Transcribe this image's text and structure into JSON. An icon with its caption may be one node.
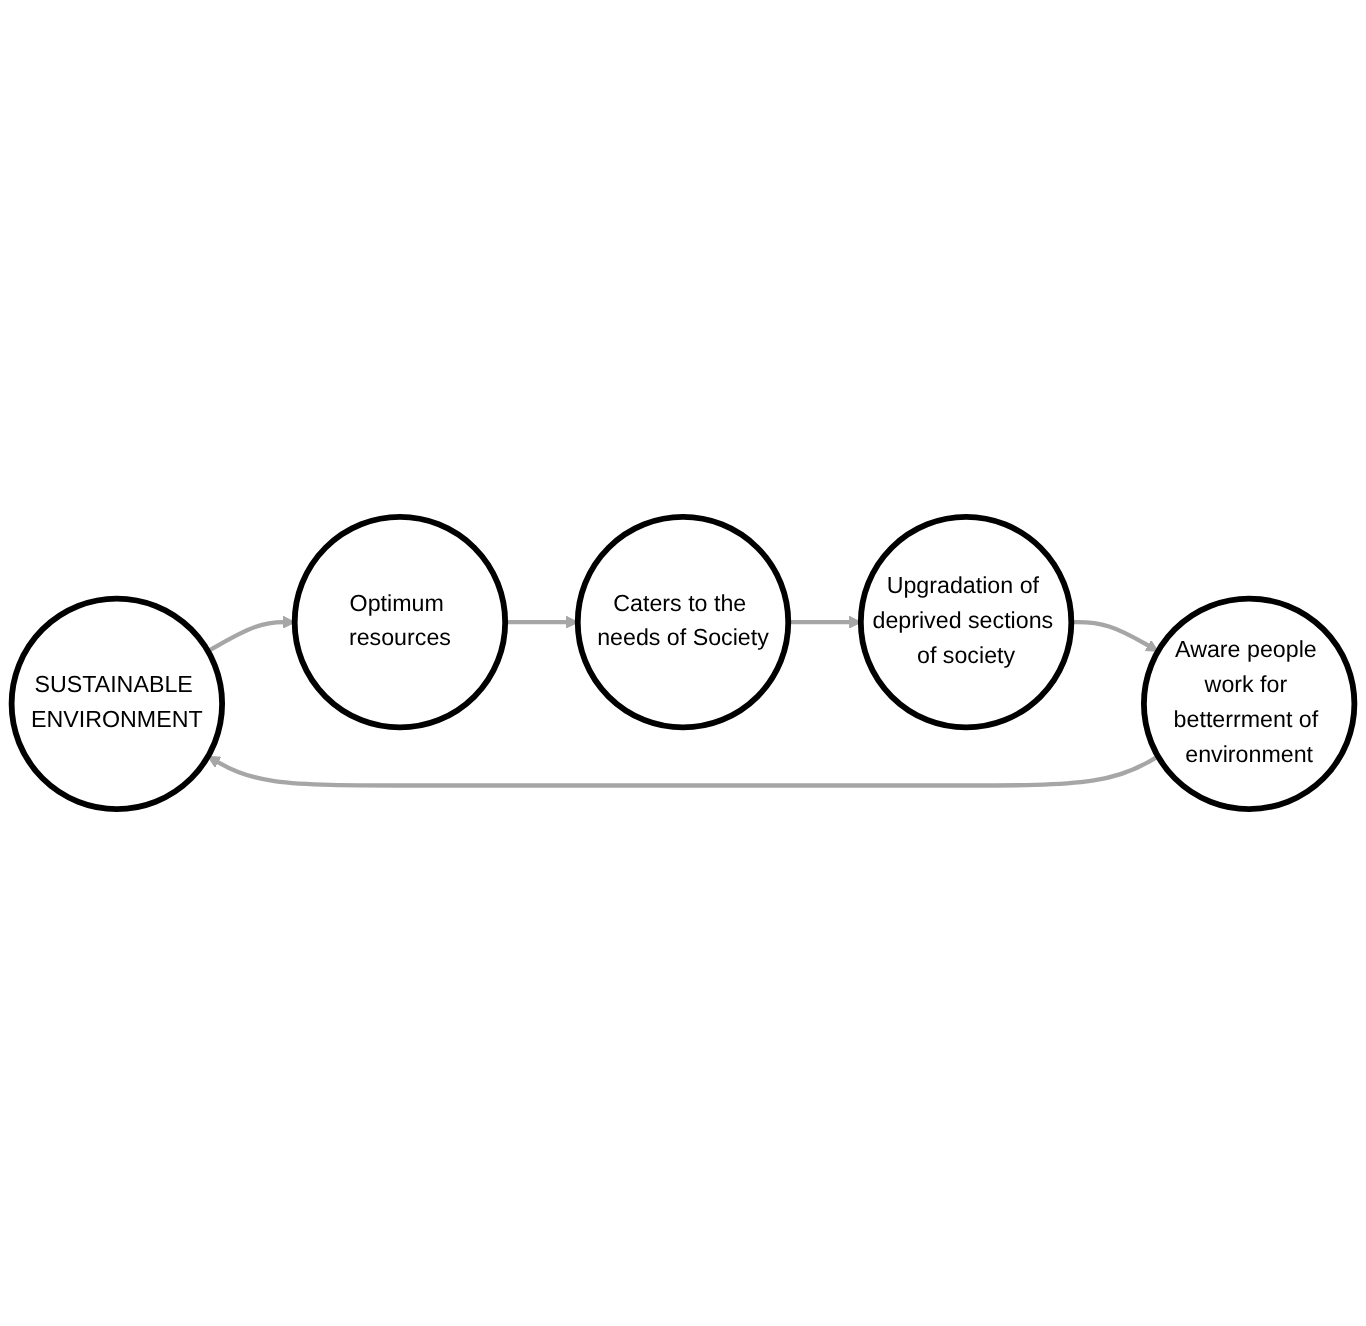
{
  "diagram": {
    "nodes": [
      {
        "text": [
          "SUSTAINABLE ENVIRONMENT"
        ]
      },
      {
        "text": [
          "Optimum resources"
        ]
      },
      {
        "text": [
          "Caters to the needs of Society"
        ]
      },
      {
        "text": [
          "Upgradation of deprived sections of society"
        ]
      },
      {
        "text": [
          "Aware people work for betterrment of environment"
        ]
      }
    ],
    "edges": [
      {
        "from": 0,
        "to": 1,
        "arrow": "to"
      },
      {
        "from": 1,
        "to": 2,
        "arrow": "to"
      },
      {
        "from": 2,
        "to": 3,
        "arrow": "to"
      },
      {
        "from": 3,
        "to": 4,
        "arrow": "to"
      },
      {
        "from": 4,
        "to": 0,
        "arrow": "to"
      }
    ]
  }
}
